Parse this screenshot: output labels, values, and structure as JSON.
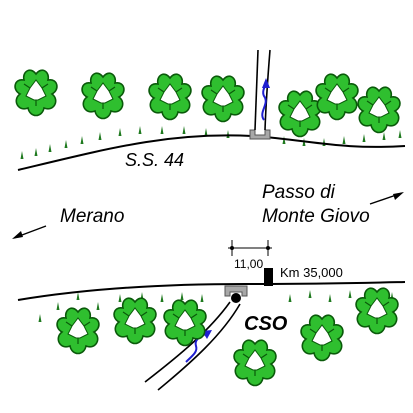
{
  "road_label": "S.S. 44",
  "direction_left": "Merano",
  "direction_right_line1": "Passo di",
  "direction_right_line2": "Monte Giovo",
  "dimension_label": "11,00",
  "km_label": "Km 35,000",
  "structure_label": "CSO",
  "colors": {
    "bush_fill": "#2fbf2f",
    "bush_stroke": "#0a5a0a",
    "grass": "#1f7a1f",
    "culvert": "#a8a8a8",
    "flow_arrow": "#1f1fd0",
    "line": "#000000"
  },
  "icons": [
    "bush-icon",
    "grass-tuft-icon",
    "flow-arrow-icon",
    "culvert-icon",
    "km-marker-icon",
    "direction-arrow-icon"
  ]
}
